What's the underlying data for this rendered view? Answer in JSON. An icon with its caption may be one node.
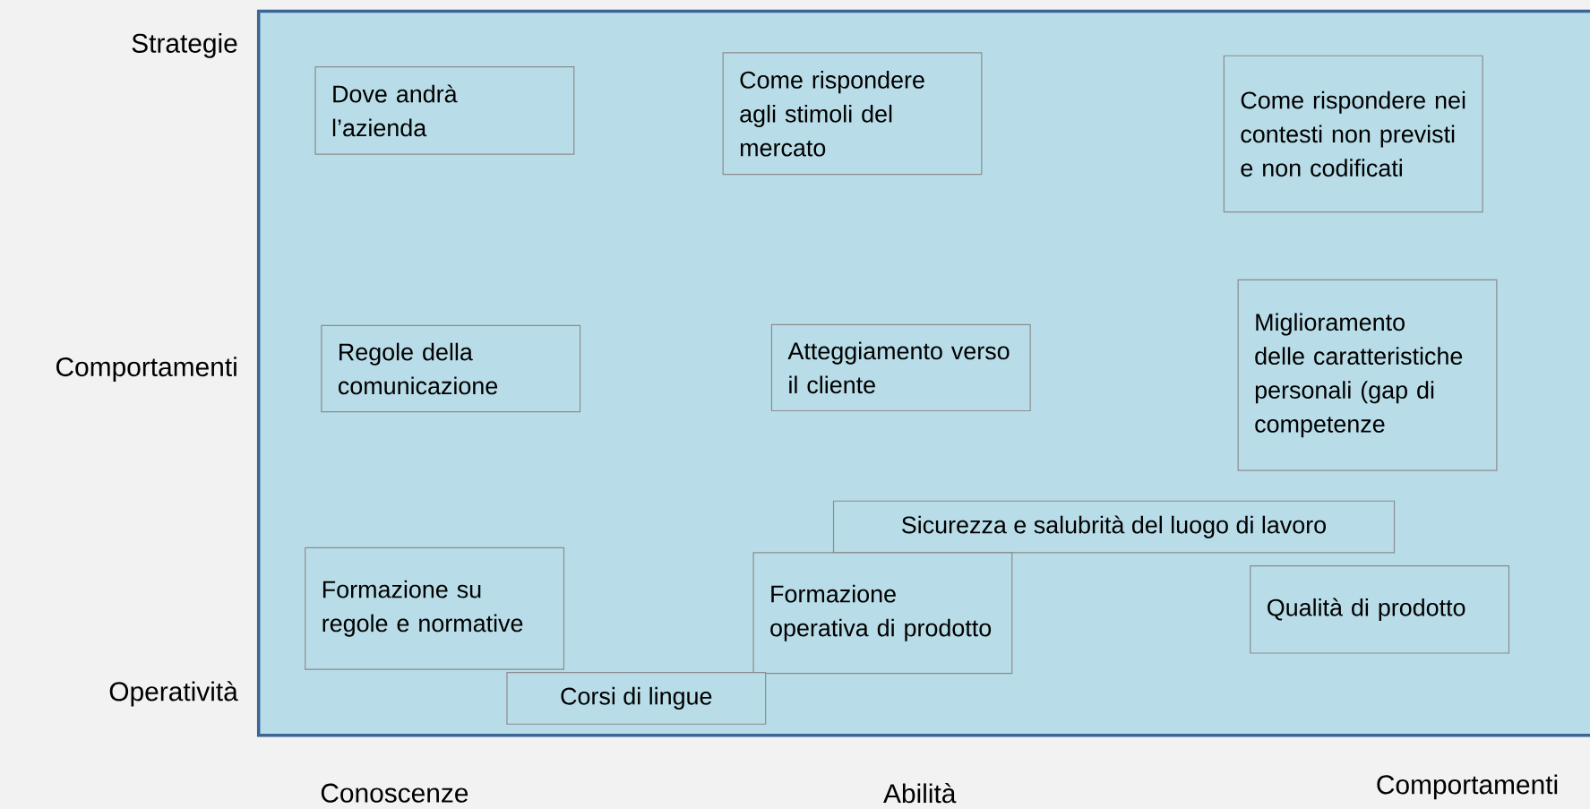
{
  "diagram": {
    "nodes": [
      {
        "text": [
          "Dove andrà l’azienda"
        ]
      },
      {
        "text": [
          "Come rispondere agli stimoli del mercato"
        ]
      },
      {
        "text": [
          "Come rispondere nei contesti non previsti e non codificati"
        ]
      },
      {
        "text": [
          "Regole della comunicazione"
        ]
      },
      {
        "text": [
          "Atteggiamento verso il cliente"
        ]
      },
      {
        "text": [
          "Miglioramento delle caratteristiche personali (gap di competenze"
        ]
      },
      {
        "text": [
          "Sicurezza e salubrità del luogo di lavoro"
        ]
      },
      {
        "text": [
          "Formazione su regole e normative"
        ]
      },
      {
        "text": [
          "Formazione operativa di prodotto"
        ]
      },
      {
        "text": [
          "Qualità di prodotto"
        ]
      },
      {
        "text": [
          "Corsi di lingue"
        ]
      }
    ],
    "labels": [
      "Strategie",
      "Comportamenti",
      "Operatività",
      "Conoscenze",
      "Abilità",
      "Comportamenti"
    ]
  }
}
